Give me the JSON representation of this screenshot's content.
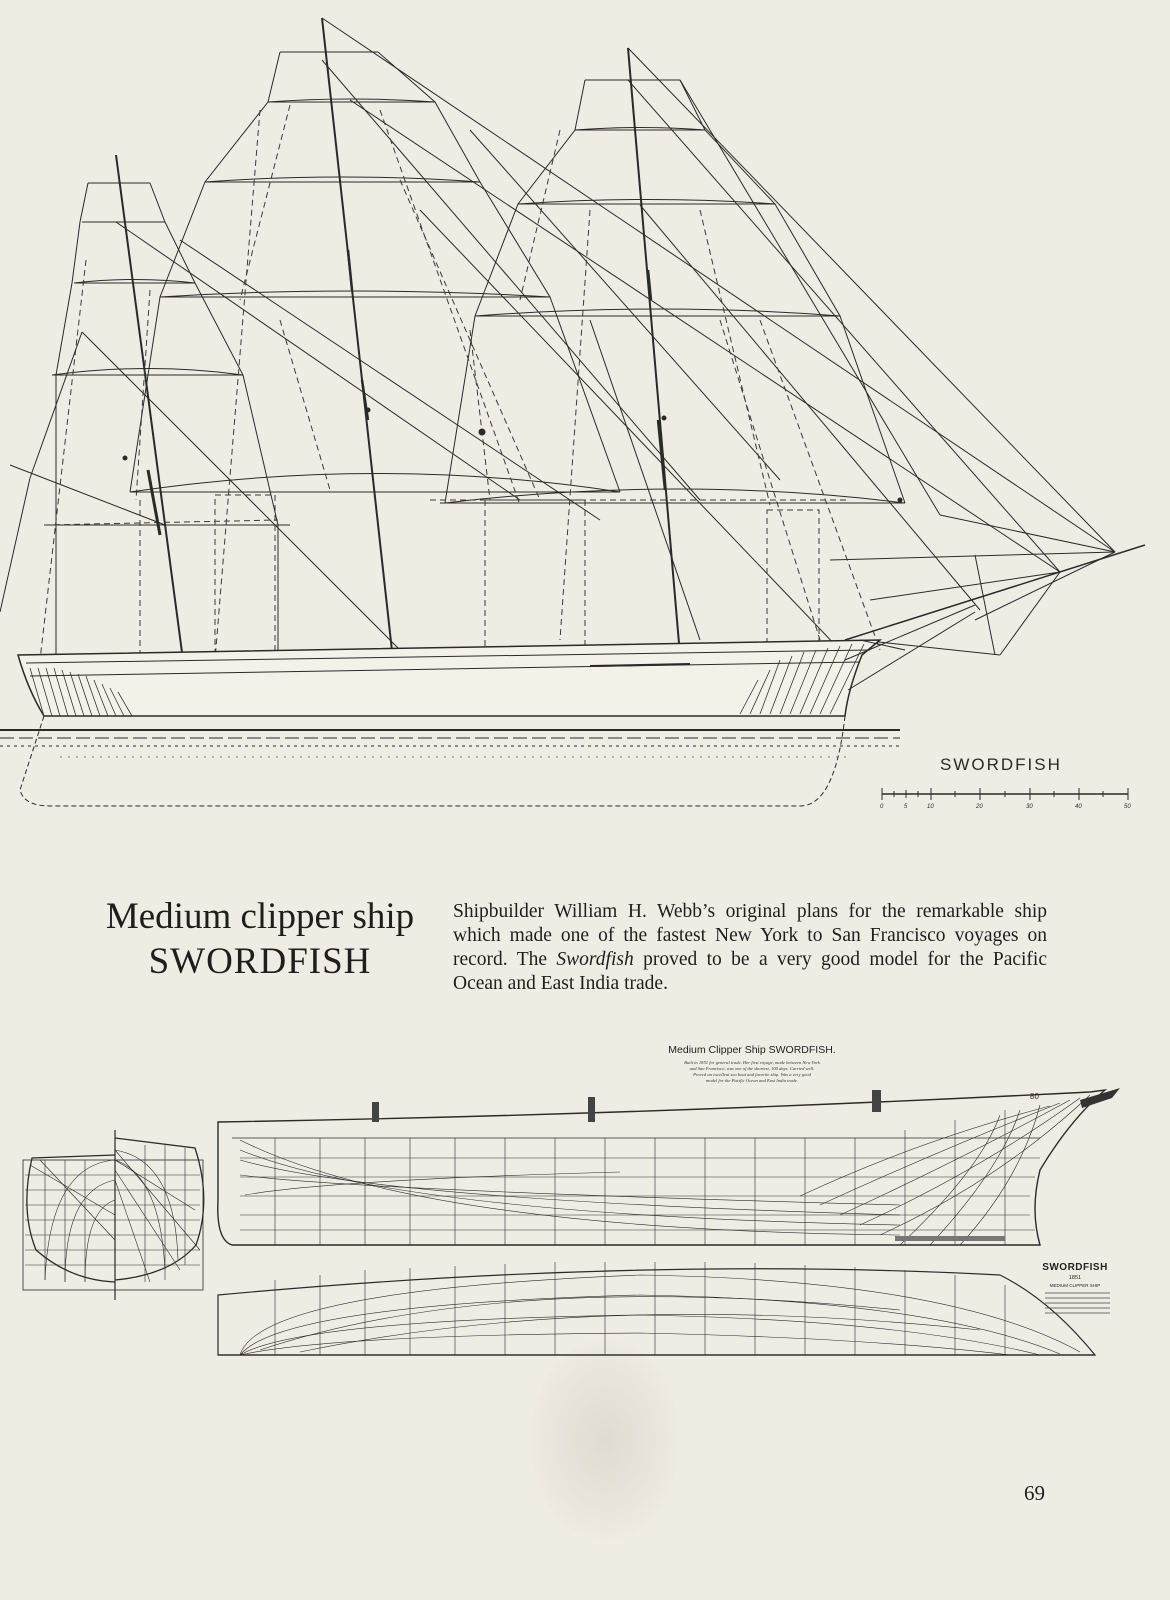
{
  "sail_plan": {
    "label": "SWORDFISH",
    "scale_ticks": [
      "0",
      "5",
      "10",
      "20",
      "30",
      "40",
      "50"
    ]
  },
  "title": {
    "line1": "Medium clipper ship",
    "line2": "SWORDFISH"
  },
  "caption": {
    "part1": "Shipbuilder William H. Webb’s original plans for the remarkable ship which made one of the fastest New York to San Francisco voyages on record. The ",
    "italic": "Swordfish",
    "part2": " proved to be a very good model for the Pacific Ocean and East India trade."
  },
  "lines_plan": {
    "heading": "Medium Clipper Ship SWORDFISH.",
    "notes": [
      "Built in 1851 for general trade. Her first voyage, made between New York",
      "and San Francisco, was one of the shortest, 100 days. Carried well.",
      "Proved an excellent sea boat and favorite ship. Was a very good",
      "model for the Pacific Ocean and East India trade."
    ],
    "cartouche_name": "SWORDFISH",
    "cartouche_year": "1851",
    "cartouche_type": "MEDIUM CLIPPER SHIP",
    "station_number": "80"
  },
  "page_number": "69"
}
